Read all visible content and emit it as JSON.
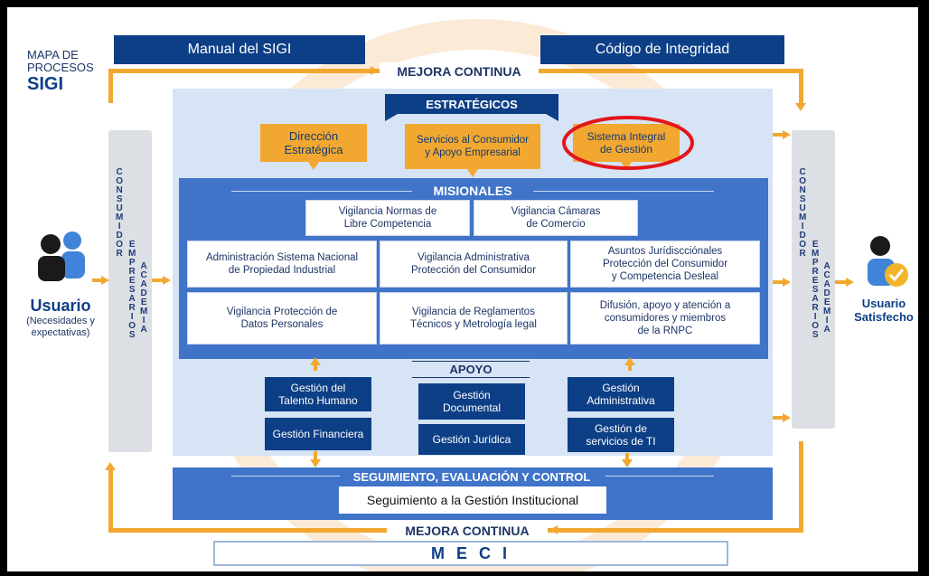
{
  "corner": {
    "line1": "MAPA DE",
    "line2": "PROCESOS",
    "line3": "SIGI"
  },
  "top_bars": {
    "manual": "Manual del SIGI",
    "codigo": "Código de Integridad"
  },
  "mejora_top": "MEJORA CONTINUA",
  "mejora_bottom": "MEJORA CONTINUA",
  "meci": "M E C I",
  "estrategicos": {
    "header": "ESTRATÉGICOS",
    "items": [
      "Dirección\nEstratégica",
      "Servicios al Consumidor\ny Apoyo Empresarial",
      "Sistema Integral\nde Gestión"
    ]
  },
  "misionales": {
    "header": "MISIONALES",
    "row1": [
      "Vigilancia Normas de\nLibre Competencia",
      "Vigilancia Cámaras\nde Comercio"
    ],
    "row2": [
      "Administración Sistema Nacional\nde Propiedad Industrial",
      "Vigilancia Administrativa\nProtección del Consumidor",
      "Asuntos Jurídiscciónales\nProtección del Consumidor\ny Competencia Desleal"
    ],
    "row3": [
      "Vigilancia Protección de\nDatos Personales",
      "Vigilancia de Reglamentos\nTécnicos y Metrología legal",
      "Difusión, apoyo y atención a\nconsumidores y miembros\nde la RNPC"
    ]
  },
  "apoyo": {
    "header": "APOYO",
    "left": [
      "Gestión del\nTalento Humano",
      "Gestión Financiera"
    ],
    "center": [
      "Gestión\nDocumental",
      "Gestión Jurídica"
    ],
    "right": [
      "Gestión\nAdministrativa",
      "Gestión de\nservicios de TI"
    ]
  },
  "seguimiento": {
    "header": "SEGUIMIENTO, EVALUACIÓN Y CONTROL",
    "sub": "Seguimiento a la Gestión Institucional"
  },
  "left_pillar": {
    "col1": "CONSUMIDOR",
    "col2": "EMPRESARIOS",
    "col3": "ACADEMIA"
  },
  "right_pillar": {
    "col1": "CONSUMIDOR",
    "col2": "EMPRESARIOS",
    "col3": "ACADEMIA"
  },
  "usuario": {
    "title": "Usuario",
    "sub1": "(Necesidades y",
    "sub2": "expectativas)"
  },
  "usuario_sat": {
    "title1": "Usuario",
    "title2": "Satisfecho"
  },
  "colors": {
    "navy": "#0d3f86",
    "blue": "#3f74c9",
    "orange": "#f2a830",
    "highlight": "#e3161b"
  }
}
